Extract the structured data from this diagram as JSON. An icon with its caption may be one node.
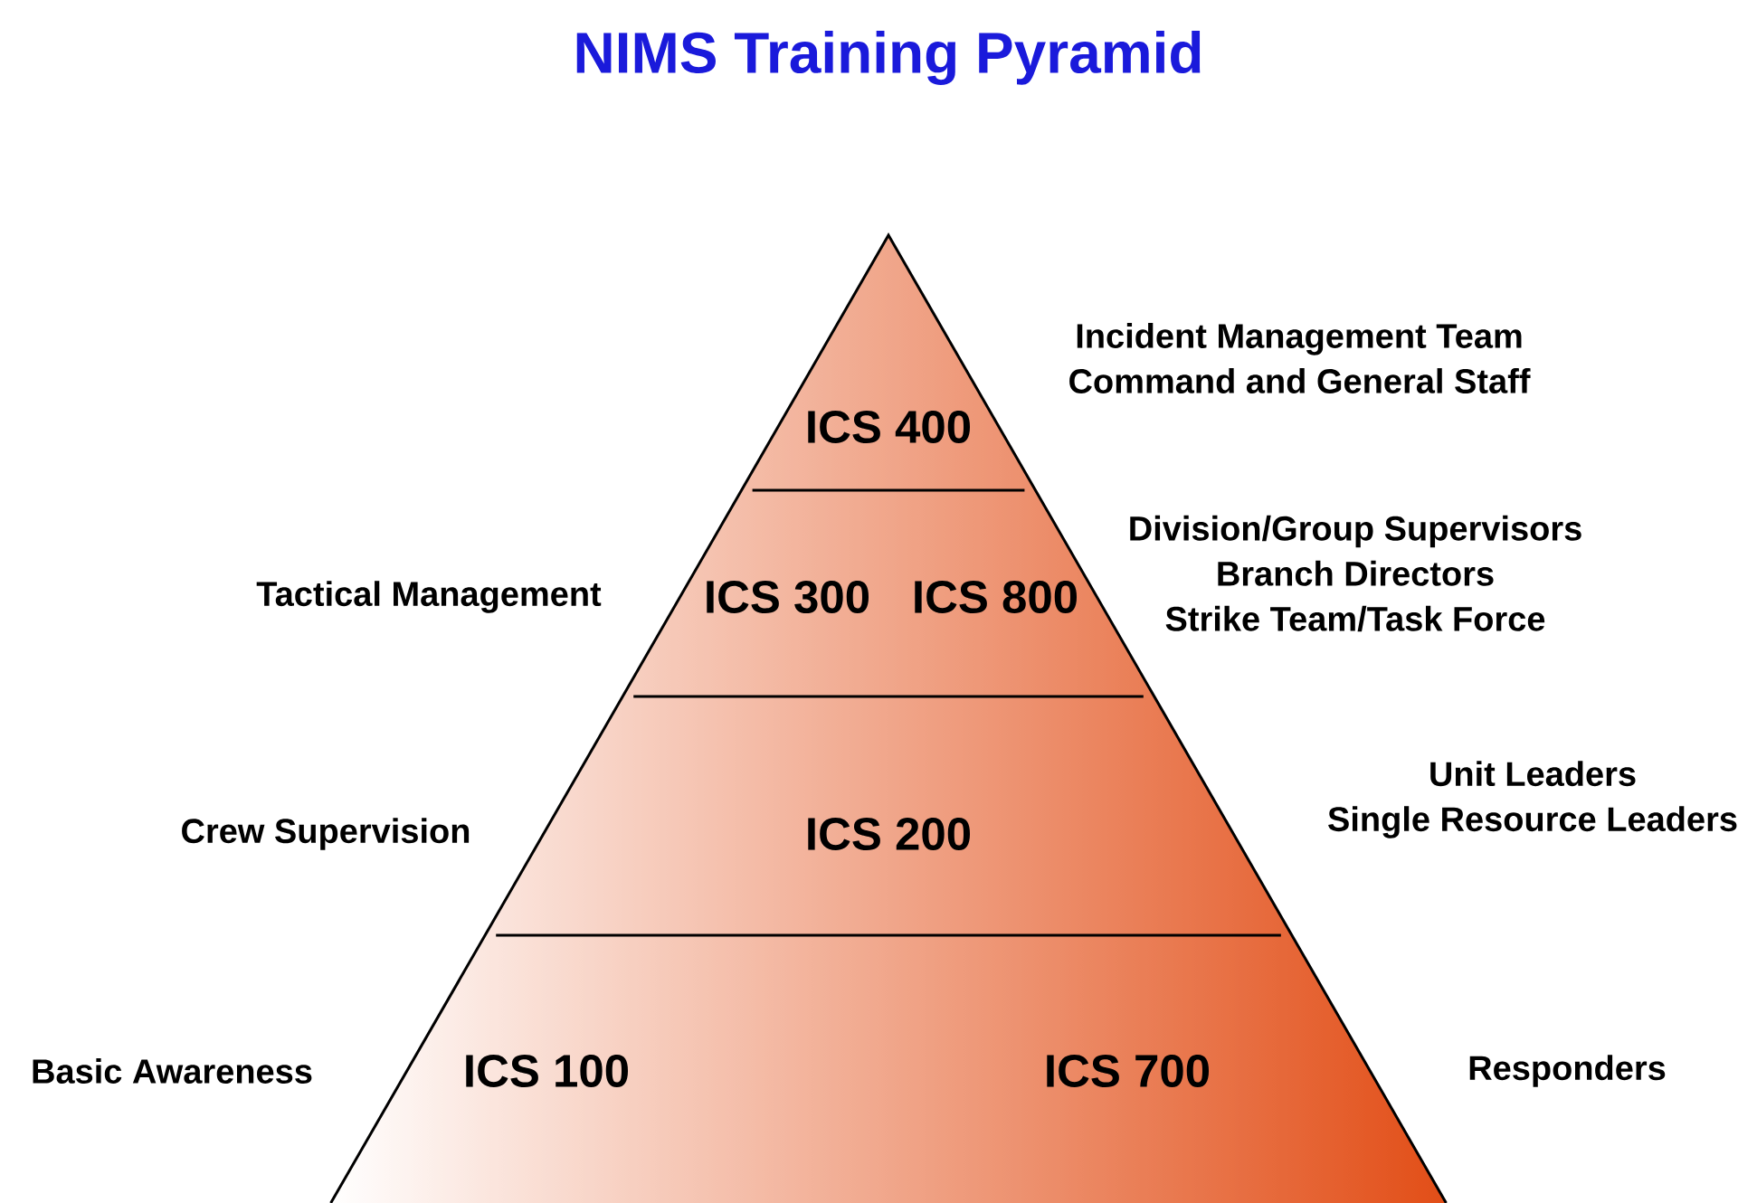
{
  "diagram": {
    "title": "NIMS Training Pyramid",
    "nodes": [
      {
        "text": [
          "ICS 400"
        ],
        "beside": [
          "Incident Management Team Command and General Staff"
        ]
      },
      {
        "text": [
          "ICS 300",
          "ICS 800"
        ],
        "beside": [
          "Tactical Management",
          "Division/Group Supervisors Branch Directors Strike Team/Task Force"
        ]
      },
      {
        "text": [
          "ICS 200"
        ]
      },
      {
        "text": [
          "ICS 100",
          "ICS 700"
        ]
      }
    ],
    "labels": [
      "Crew Supervision",
      "Unit Leaders Single Resource Leaders",
      "Basic Awareness",
      "Responders"
    ]
  }
}
